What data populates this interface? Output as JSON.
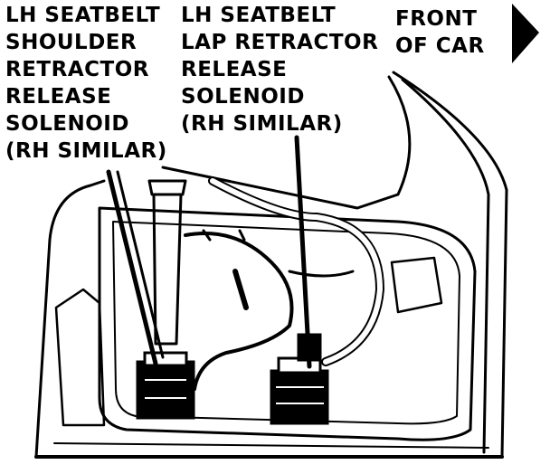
{
  "labels": {
    "shoulder_retractor": [
      "LH SEATBELT",
      "SHOULDER",
      "RETRACTOR",
      "RELEASE",
      "SOLENOID",
      "(RH SIMILAR)"
    ],
    "lap_retractor": [
      "LH SEATBELT",
      "LAP RETRACTOR",
      "RELEASE",
      "SOLENOID",
      "(RH SIMILAR)"
    ],
    "front_of_car": [
      "FRONT",
      "OF CAR"
    ]
  },
  "colors": {
    "ink": "#000000",
    "paper": "#ffffff"
  },
  "icons": {
    "direction_arrow": "arrow-right-icon"
  }
}
